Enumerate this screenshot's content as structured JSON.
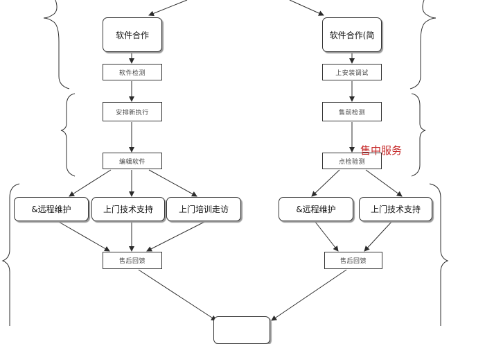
{
  "colors": {
    "line": "#2b2b2b",
    "annotation": "#c62828"
  },
  "left": {
    "top_box": "软件合作",
    "box2": "软件检测",
    "box3": "安排新执行",
    "box4": "编辑软件",
    "branches": [
      "&远程维护",
      "上门技术支持",
      "上门培训走访"
    ],
    "merge_box": "售后回馈"
  },
  "right": {
    "top_box": "软件合作(简",
    "box2": "上安装调试",
    "box3": "售前检测",
    "box4": "点检验测",
    "branches": [
      "&远程维护",
      "上门技术支持"
    ],
    "merge_box": "售后回馈"
  },
  "annotation": "售中服务"
}
